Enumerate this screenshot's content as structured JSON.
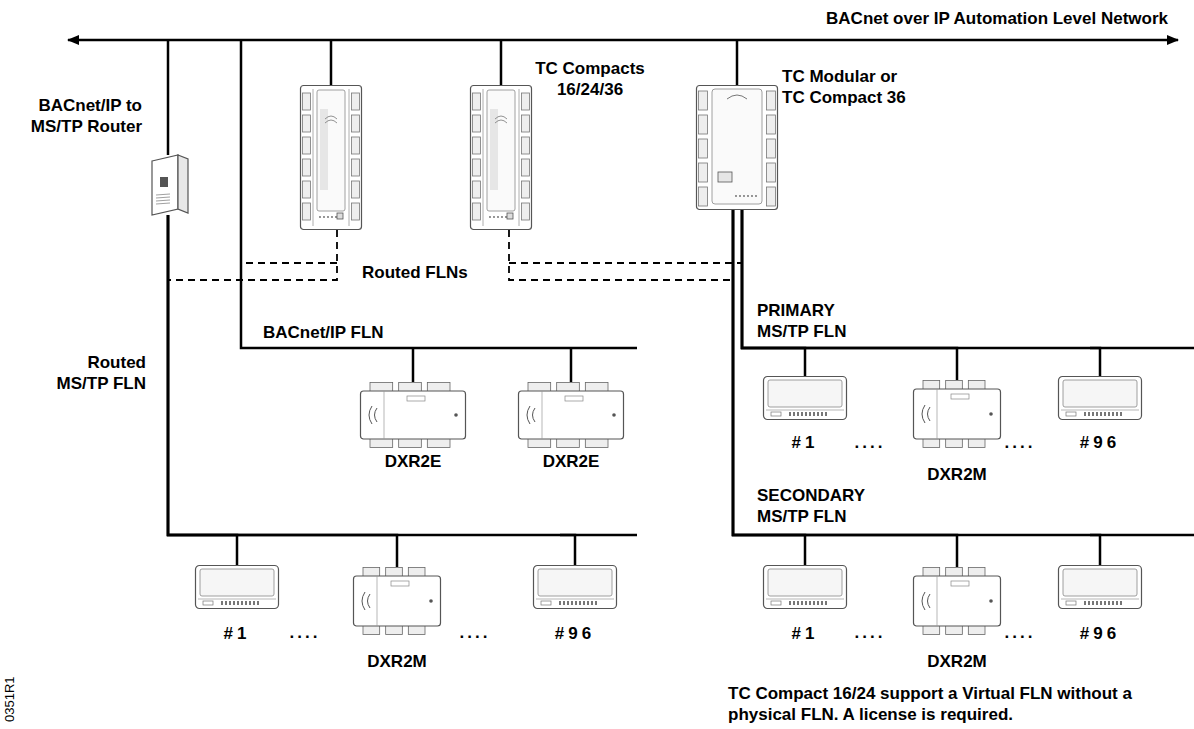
{
  "diagram": {
    "nodes": [
      {
        "text": [
          "BACnet/IP to MS/TP Router"
        ]
      },
      {
        "text": [
          "TC Compacts 16/24/36"
        ]
      },
      {
        "text": [
          "TC Modular or TC Compact 36"
        ]
      },
      {
        "text": [
          "DXR2E"
        ]
      },
      {
        "text": [
          "DXR2E"
        ]
      },
      {
        "text": [
          "#1"
        ]
      },
      {
        "text": [
          "DXR2M"
        ]
      },
      {
        "text": [
          "#96"
        ]
      },
      {
        "text": [
          "#1"
        ]
      },
      {
        "text": [
          "DXR2M"
        ]
      },
      {
        "text": [
          "#96"
        ]
      },
      {
        "text": [
          "#1"
        ]
      },
      {
        "text": [
          "DXR2M"
        ]
      },
      {
        "text": [
          "#96"
        ]
      }
    ],
    "edges": [
      {
        "from": 0,
        "to": 8,
        "arrow": "none"
      },
      {
        "from": 0,
        "to": 9,
        "arrow": "none"
      },
      {
        "from": 0,
        "to": 10,
        "arrow": "none"
      },
      {
        "from": 2,
        "to": 5,
        "arrow": "none"
      },
      {
        "from": 2,
        "to": 6,
        "arrow": "none"
      },
      {
        "from": 2,
        "to": 7,
        "arrow": "none"
      },
      {
        "from": 2,
        "to": 11,
        "arrow": "none"
      },
      {
        "from": 2,
        "to": 12,
        "arrow": "none"
      },
      {
        "from": 2,
        "to": 13,
        "arrow": "none"
      }
    ],
    "labels": [
      "BACnet over IP Automation Level Network",
      "Routed FLNs",
      "BACnet/IP FLN",
      "Routed MS/TP FLN",
      "PRIMARY MS/TP FLN",
      "SECONDARY MS/TP FLN",
      "....",
      "....",
      "....",
      "....",
      "....",
      "....",
      "TC Compact 16/24 support a Virtual FLN without a physical FLN. A license is required.",
      "0351R1"
    ]
  }
}
